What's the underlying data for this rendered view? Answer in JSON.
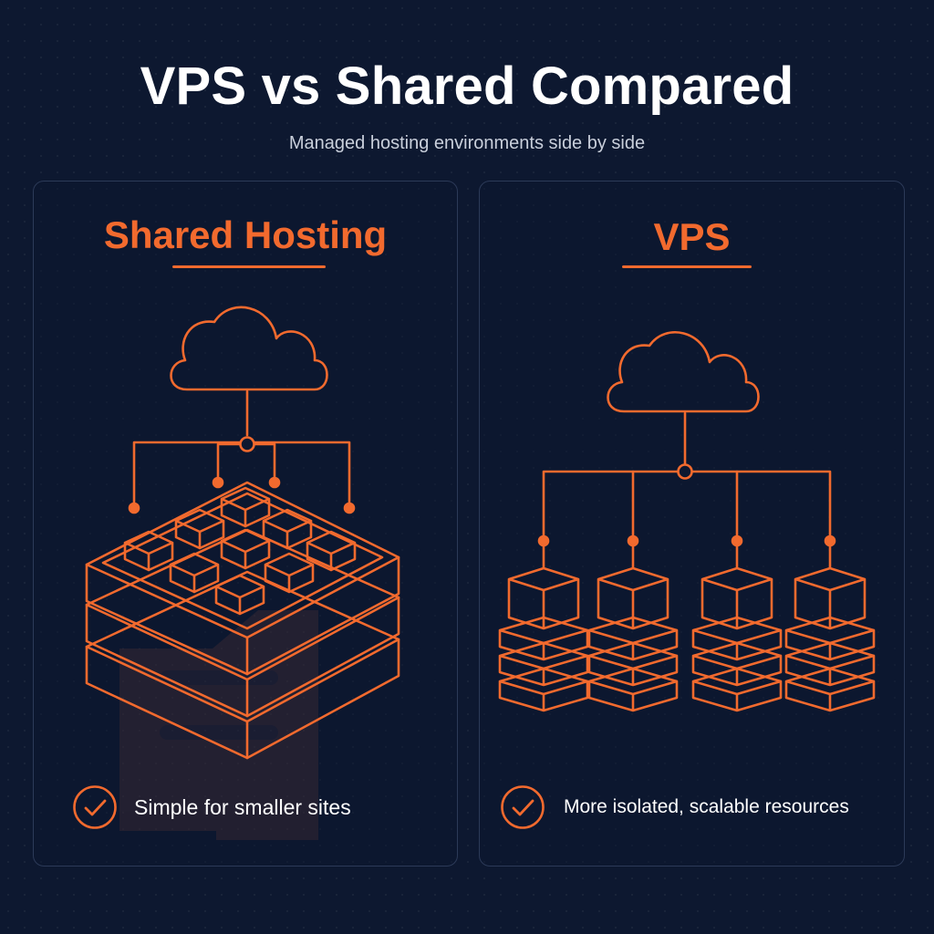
{
  "header": {
    "title": "VPS vs Shared Compared",
    "subtitle": "Managed hosting environments side by side"
  },
  "panels": [
    {
      "heading": "Shared Hosting",
      "benefit": "Simple for smaller sites",
      "icons": [
        "cloud-icon",
        "shared-server-icon",
        "check-icon"
      ]
    },
    {
      "heading": "VPS",
      "benefit": "More isolated, scalable resources",
      "icons": [
        "cloud-icon",
        "isolated-server-icon",
        "check-icon"
      ]
    }
  ],
  "colors": {
    "accent": "#f26a2e",
    "background": "#0d1830",
    "panel_border": "#2c3a58",
    "title_text": "#ffffff",
    "subtitle_text": "#c9cfdb"
  }
}
